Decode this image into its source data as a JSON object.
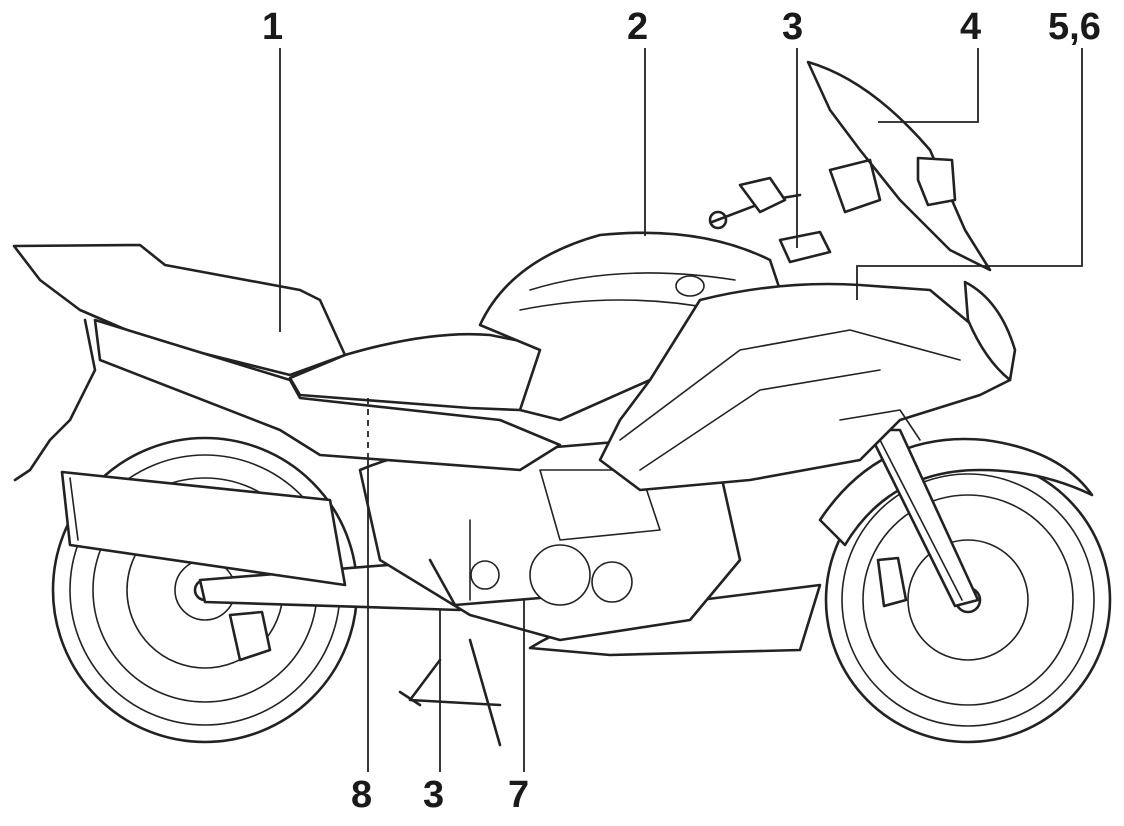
{
  "callouts": [
    {
      "id": "c1",
      "label": "1"
    },
    {
      "id": "c2",
      "label": "2"
    },
    {
      "id": "c3a",
      "label": "3"
    },
    {
      "id": "c4",
      "label": "4"
    },
    {
      "id": "c56",
      "label": "5,6"
    },
    {
      "id": "c8",
      "label": "8"
    },
    {
      "id": "c3b",
      "label": "3"
    },
    {
      "id": "c7",
      "label": "7"
    }
  ]
}
